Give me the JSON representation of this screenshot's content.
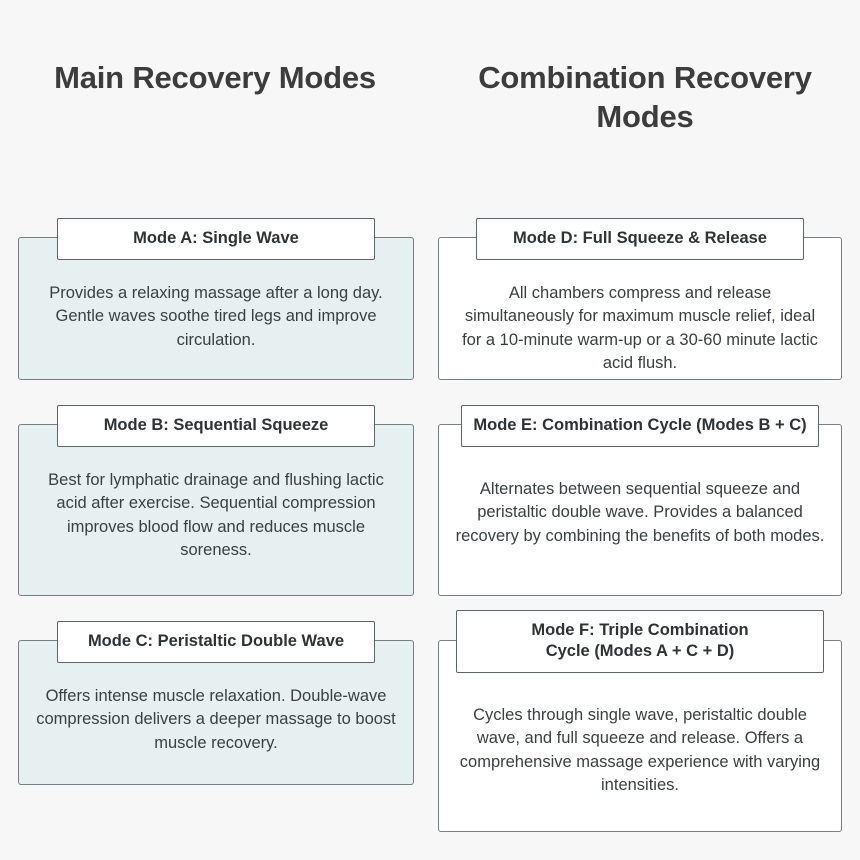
{
  "columns": [
    {
      "title": "Main Recovery\nModes",
      "accent": "#e6f0f0",
      "cards": [
        {
          "header": "Mode A: Single Wave",
          "body": "Provides a relaxing massage after a long day. Gentle waves soothe tired legs and improve circulation."
        },
        {
          "header": "Mode B: Sequential Squeeze",
          "body": "Best for lymphatic drainage and flushing lactic acid after exercise. Sequential compression improves blood flow and reduces muscle soreness."
        },
        {
          "header": "Mode C: Peristaltic Double Wave",
          "body": "Offers intense muscle relaxation. Double-wave compression delivers a deeper massage to boost muscle recovery."
        }
      ]
    },
    {
      "title": "Combination\nRecovery Modes",
      "accent": "#ffffff",
      "cards": [
        {
          "header": "Mode D: Full Squeeze & Release",
          "body": "All chambers compress and release simultaneously for maximum muscle relief, ideal for a 10-minute warm-up or a 30-60 minute lactic acid flush."
        },
        {
          "header": "Mode E: Combination Cycle (Modes B + C)",
          "body": "Alternates between sequential squeeze and peristaltic double wave. Provides a balanced recovery by combining the benefits of both modes."
        },
        {
          "header": "Mode F: Triple Combination\nCycle (Modes A + C + D)",
          "body": "Cycles through single wave, peristaltic double wave, and full squeeze and release. Offers a comprehensive massage experience with varying intensities."
        }
      ]
    }
  ],
  "colors": {
    "background": "#f7f7f7",
    "left_card_fill": "#e6f0f0",
    "right_card_fill": "#ffffff",
    "card_border": "#767e82",
    "header_border": "#5e6568",
    "title_text": "#3c3c3c",
    "body_text": "#3a3f42"
  }
}
